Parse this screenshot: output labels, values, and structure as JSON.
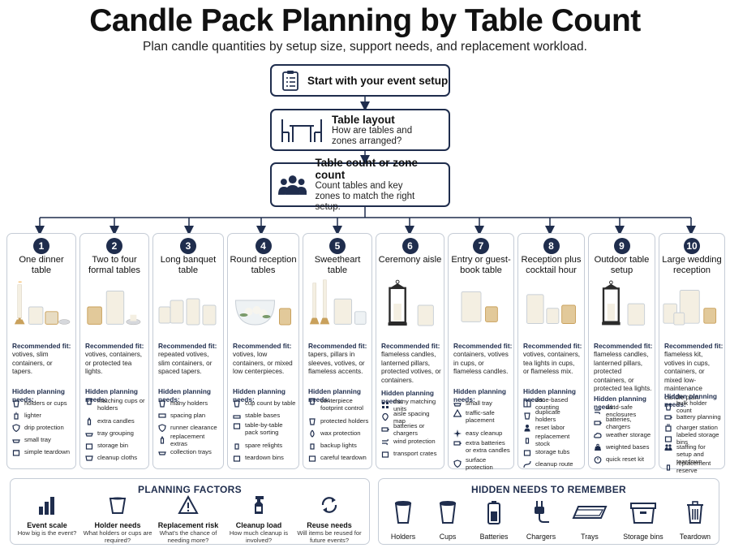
{
  "title": "Candle Pack Planning by Table Count",
  "subtitle": "Plan candle quantities by setup size, support needs, and replacement workload.",
  "flow": {
    "step1": {
      "title": "Start with your event setup",
      "icon": "checklist-icon"
    },
    "step2": {
      "title": "Table layout",
      "desc": "How are tables and zones arranged?",
      "icon": "table-chairs-icon"
    },
    "step3": {
      "title": "Table count or zone count",
      "desc": "Count tables and key zones to match the right setup.",
      "icon": "people-group-icon"
    }
  },
  "labels": {
    "recommended": "Recommended fit:",
    "hidden": "Hidden planning needs:"
  },
  "cards": [
    {
      "num": "1",
      "title": "One dinner table",
      "recommended": "votives, slim containers, or tapers.",
      "needs": [
        "holders or cups",
        "lighter",
        "drip protection",
        "small tray",
        "simple teardown"
      ]
    },
    {
      "num": "2",
      "title": "Two to four formal tables",
      "recommended": "votives, containers, or protected tea lights.",
      "needs": [
        "matching cups or holders",
        "extra candles",
        "tray grouping",
        "storage bin",
        "cleanup cloths"
      ]
    },
    {
      "num": "3",
      "title": "Long banquet table",
      "recommended": "repeated votives, slim containers, or spaced tapers.",
      "needs": [
        "many holders",
        "spacing plan",
        "runner clearance",
        "replacement extras",
        "collection trays"
      ]
    },
    {
      "num": "4",
      "title": "Round reception tables",
      "recommended": "votives, low containers, or mixed low centerpieces.",
      "needs": [
        "cup count by table",
        "stable bases",
        "table-by-table pack sorting",
        "spare relights",
        "teardown bins"
      ]
    },
    {
      "num": "5",
      "title": "Sweetheart table",
      "recommended": "tapers, pillars in sleeves, votives, or flameless accents.",
      "needs": [
        "centerpiece footprint control",
        "protected holders",
        "wax protection",
        "backup lights",
        "careful teardown"
      ]
    },
    {
      "num": "6",
      "title": "Ceremony aisle",
      "recommended": "flameless candles, lanterned pillars, protected votives, or containers.",
      "needs": [
        "many matching units",
        "aisle spacing map",
        "batteries or chargers",
        "wind protection",
        "transport crates"
      ]
    },
    {
      "num": "7",
      "title": "Entry or guest-book table",
      "recommended": "containers, votives in cups, or flameless candles.",
      "needs": [
        "small tray",
        "traffic-safe placement",
        "easy cleanup",
        "extra batteries or extra candles",
        "surface protection"
      ]
    },
    {
      "num": "8",
      "title": "Reception plus cocktail hour",
      "recommended": "votives, containers, tea lights in cups, or flameless mix.",
      "needs": [
        "zone-based counting",
        "duplicate holders",
        "reset labor",
        "replacement stock",
        "storage tubs",
        "cleanup route"
      ]
    },
    {
      "num": "9",
      "title": "Outdoor table setup",
      "recommended": "flameless candles, lanterned pillars, protected containers, or protected tea lights.",
      "needs": [
        "wind-safe enclosures",
        "batteries, chargers",
        "weather storage",
        "weighted bases",
        "quick reset kit"
      ]
    },
    {
      "num": "10",
      "title": "Large wedding reception",
      "recommended": "flameless kit, votives in cups, containers, or mixed low-maintenance candle plan.",
      "needs": [
        "bulk holder count",
        "battery planning",
        "charger station",
        "labeled storage bins",
        "staffing for setup and teardown",
        "replacement reserve"
      ]
    }
  ],
  "factors": {
    "title": "PLANNING FACTORS",
    "items": [
      {
        "title": "Event scale",
        "desc": "How big is the event?",
        "icon": "bar-chart-icon"
      },
      {
        "title": "Holder needs",
        "desc": "What holders or cups are required?",
        "icon": "cup-icon"
      },
      {
        "title": "Replacement risk",
        "desc": "What's the chance of needing more?",
        "icon": "warning-icon"
      },
      {
        "title": "Cleanup load",
        "desc": "How much cleanup is involved?",
        "icon": "spray-bottle-icon"
      },
      {
        "title": "Reuse needs",
        "desc": "Will items be reused for future events?",
        "icon": "recycle-icon"
      }
    ]
  },
  "hidden_needs": {
    "title": "HIDDEN NEEDS TO REMEMBER",
    "items": [
      {
        "label": "Holders",
        "icon": "holder-icon"
      },
      {
        "label": "Cups",
        "icon": "cup-icon"
      },
      {
        "label": "Batteries",
        "icon": "battery-icon"
      },
      {
        "label": "Chargers",
        "icon": "charger-icon"
      },
      {
        "label": "Trays",
        "icon": "tray-icon"
      },
      {
        "label": "Storage bins",
        "icon": "storage-bin-icon"
      },
      {
        "label": "Teardown",
        "icon": "trash-icon"
      }
    ]
  },
  "colors": {
    "accent": "#1f2d4d",
    "border": "#c5ccd6",
    "candle": "#f4efe2",
    "gold": "#c9a15c"
  }
}
